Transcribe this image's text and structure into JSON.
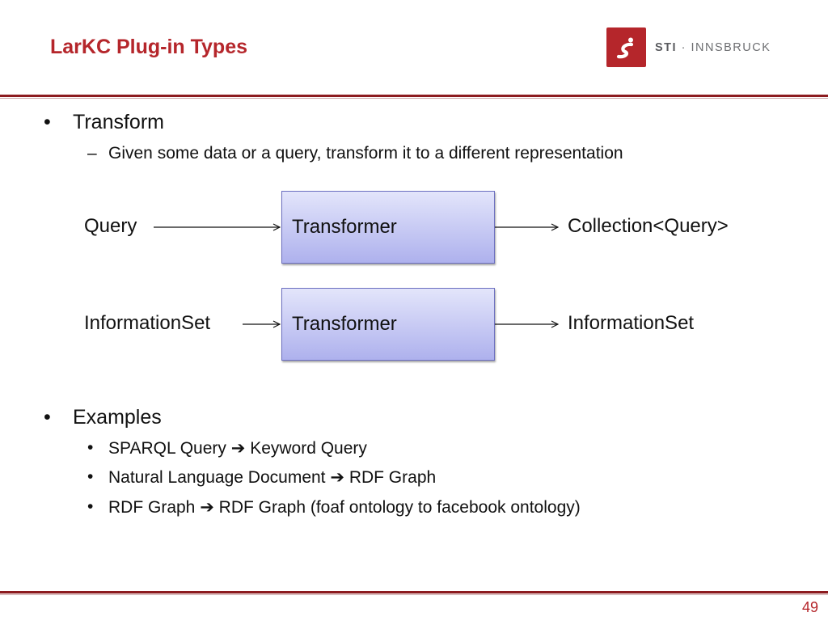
{
  "slide": {
    "title": "LarKC Plug-in Types",
    "page_number": "49"
  },
  "logo": {
    "brand": "STI",
    "separator": "·",
    "location": "INNSBRUCK",
    "accent_color": "#b5262b"
  },
  "section_transform": {
    "bullet": "•",
    "heading": "Transform",
    "dash": "–",
    "description": "Given some data or a query, transform it to a different representation"
  },
  "diagram": {
    "row1": {
      "input": "Query",
      "box": "Transformer",
      "output": "Collection<Query>"
    },
    "row2": {
      "input": "InformationSet",
      "box": "Transformer",
      "output": "InformationSet"
    }
  },
  "section_examples": {
    "bullet": "•",
    "heading": "Examples",
    "sub_bullet": "•",
    "arrow": "➔",
    "items": [
      {
        "from": "SPARQL Query",
        "to": "Keyword Query"
      },
      {
        "from": "Natural Language Document",
        "to": "RDF Graph"
      },
      {
        "from": "RDF Graph",
        "to": "RDF Graph (foaf ontology to facebook ontology)"
      }
    ]
  }
}
